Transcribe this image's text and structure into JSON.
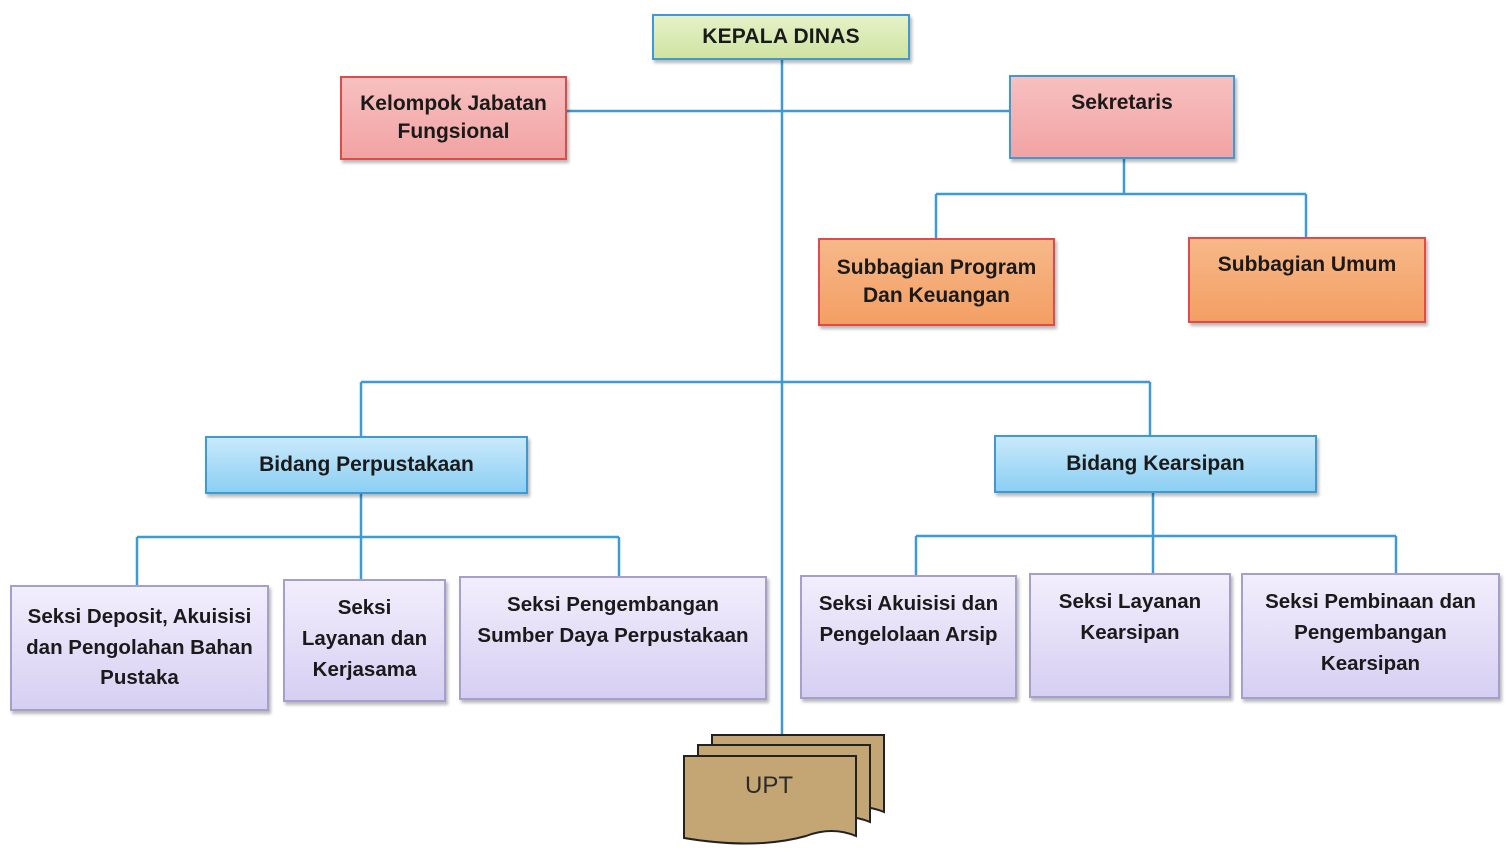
{
  "org_chart": {
    "head": "KEPALA DINAS",
    "functional_group": "Kelompok Jabatan\nFungsional",
    "secretary": {
      "label": "Sekretaris",
      "subunits": [
        "Subbagian Program\nDan Keuangan",
        "Subbagian Umum"
      ]
    },
    "divisions": [
      {
        "label": "Bidang Perpustakaan",
        "sections": [
          "Seksi Deposit, Akuisisi\ndan Pengolahan Bahan\nPustaka",
          "Seksi\nLayanan dan\nKerjasama",
          "Seksi Pengembangan\nSumber Daya Perpustakaan"
        ]
      },
      {
        "label": "Bidang Kearsipan",
        "sections": [
          "Seksi Akuisisi dan\nPengelolaan Arsip",
          "Seksi Layanan\nKearsipan",
          "Seksi Pembinaan dan\nPengembangan\nKearsipan"
        ]
      }
    ],
    "upt": "UPT"
  },
  "colors": {
    "connector": "#3e9ad6",
    "head_fill": "#d8e9b2",
    "secretary_fill": "#f4b1b1",
    "subunit_fill": "#f5aa75",
    "division_fill": "#a8dcf7",
    "section_fill": "#e3ddf6",
    "upt_fill": "#c4a574"
  }
}
